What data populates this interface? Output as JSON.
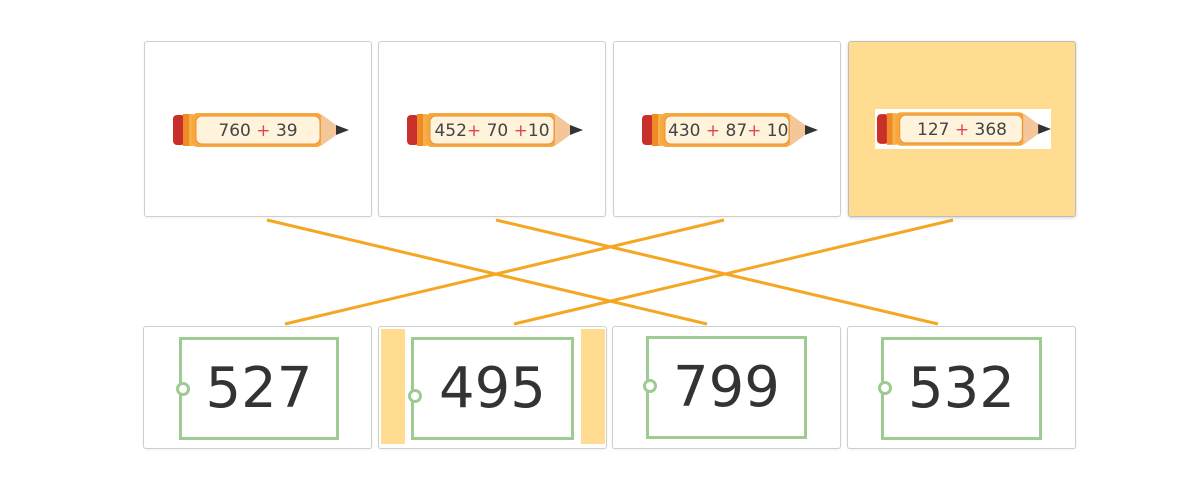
{
  "colors": {
    "connector": "#f5a623",
    "selected_background": "#ffdc8f",
    "answer_frame": "#9dcb92",
    "operator": "#e0464e"
  },
  "expressions": [
    {
      "parts": [
        "760",
        " + ",
        " 39"
      ],
      "selected": false
    },
    {
      "parts": [
        "452",
        "+",
        " 70 ",
        "+",
        "10"
      ],
      "selected": false
    },
    {
      "parts": [
        "430 ",
        "+",
        " 87",
        "+",
        " 10"
      ],
      "selected": false
    },
    {
      "parts": [
        "127 ",
        "+",
        " 368"
      ],
      "selected": true
    }
  ],
  "answers": [
    {
      "value": "527",
      "selected": false
    },
    {
      "value": "495",
      "selected": true
    },
    {
      "value": "799",
      "selected": false
    },
    {
      "value": "532",
      "selected": false
    }
  ],
  "connections": [
    {
      "expression": 0,
      "answer": 2
    },
    {
      "expression": 1,
      "answer": 3
    },
    {
      "expression": 2,
      "answer": 0
    },
    {
      "expression": 3,
      "answer": 1
    }
  ]
}
